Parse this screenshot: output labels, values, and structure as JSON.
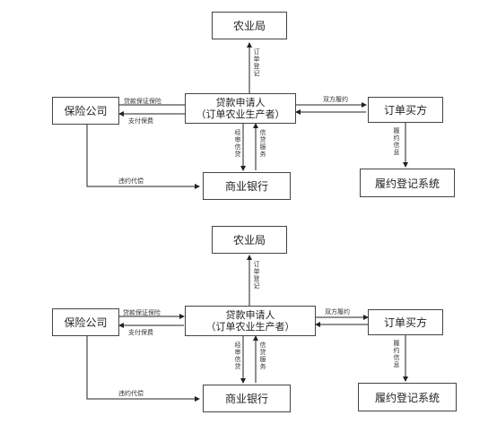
{
  "diagrams": [
    {
      "nodes": {
        "agri_bureau": "农业局",
        "applicant_line1": "贷款申请人",
        "applicant_line2": "（订单农业生产者）",
        "insurance": "保险公司",
        "buyer": "订单买方",
        "registry": "履约登记系统",
        "bank": "商业银行"
      },
      "edges": {
        "order_register": "订单登记",
        "loan_guarantee": "贷款保证保险",
        "pay_premium": "支付保费",
        "mutual_fulfill": "双方履约",
        "fulfill_info": "履约信息",
        "credit_extend": "经审信贷",
        "credit_service": "信贷服务",
        "default_compensate": "违约代偿"
      }
    },
    {
      "nodes": {
        "agri_bureau": "农业局",
        "applicant_line1": "贷款申请人",
        "applicant_line2": "（订单农业生产者）",
        "insurance": "保险公司",
        "buyer": "订单买方",
        "registry": "履约登记系统",
        "bank": "商业银行"
      },
      "edges": {
        "order_register": "订单登记",
        "loan_guarantee": "贷款保证保险",
        "pay_premium": "支付保费",
        "mutual_fulfill": "双方履约",
        "fulfill_info": "履约信息",
        "credit_extend": "经审信贷",
        "credit_service": "信贷服务",
        "default_compensate": "违约代偿"
      }
    }
  ]
}
